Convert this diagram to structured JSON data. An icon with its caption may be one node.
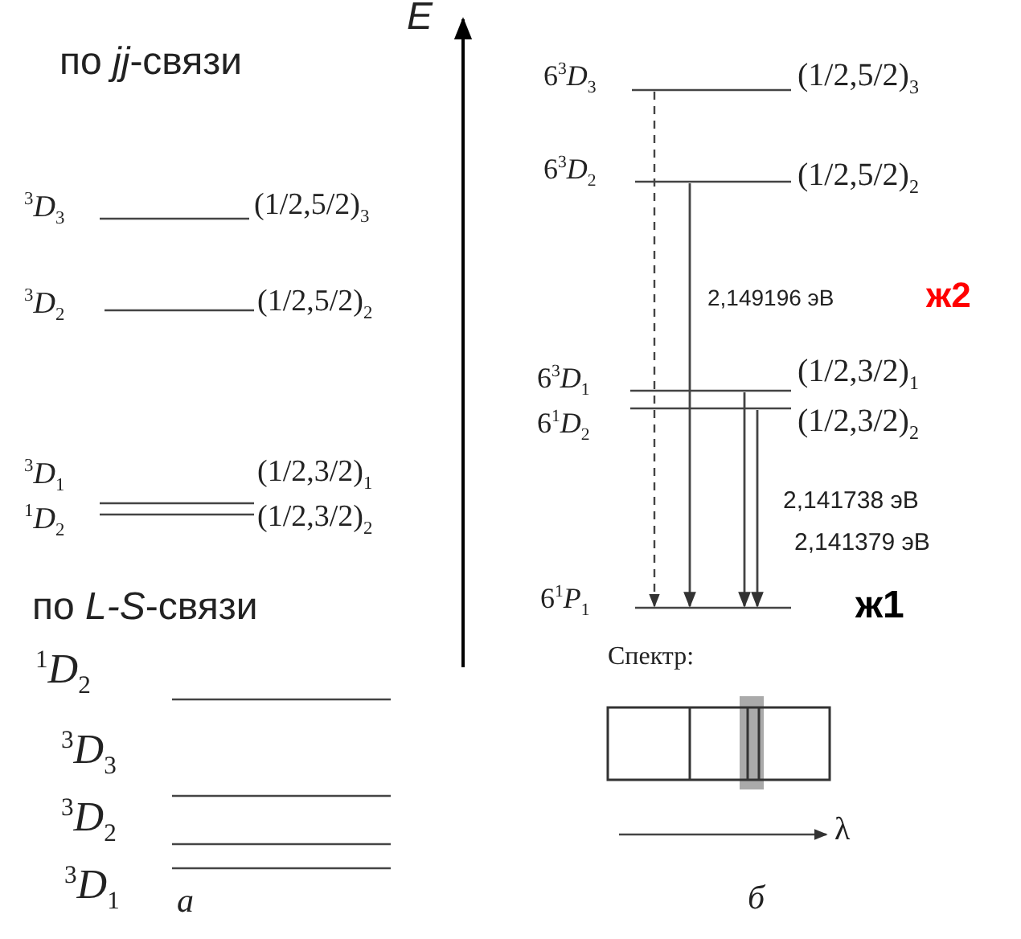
{
  "diagram": {
    "labels": [
      "E",
      "по *jj*-связи",
      "$^{3}$*D*$_{3}$",
      "(1/2,5/2)$_{3}$",
      "$^{3}$*D*$_{2}$",
      "(1/2,5/2)$_{2}$",
      "$^{3}$*D*$_{1}$",
      "(1/2,3/2)$_{1}$",
      "$^{1}$*D*$_{2}$",
      "(1/2,3/2)$_{2}$",
      "по *L-S*-связи",
      "$^{1}$*D*$_{2}$",
      "$^{3}$*D*$_{3}$",
      "$^{3}$*D*$_{2}$",
      "$^{3}$*D*$_{1}$",
      "а",
      "6$^{3}$*D*$_{3}$",
      "(1/2,5/2)$_{3}$",
      "6$^{3}$*D*$_{2}$",
      "(1/2,5/2)$_{2}$",
      "2,149196 эВ",
      "ж2",
      "6$^{3}$*D*$_{1}$",
      "(1/2,3/2)$_{1}$",
      "6$^{1}$*D*$_{2}$",
      "(1/2,3/2)$_{2}$",
      "2,141738 эВ",
      "2,141379 эВ",
      "6$^{1}$*P*$_{1}$",
      "ж1",
      "Спектр:",
      "λ",
      "б"
    ]
  }
}
